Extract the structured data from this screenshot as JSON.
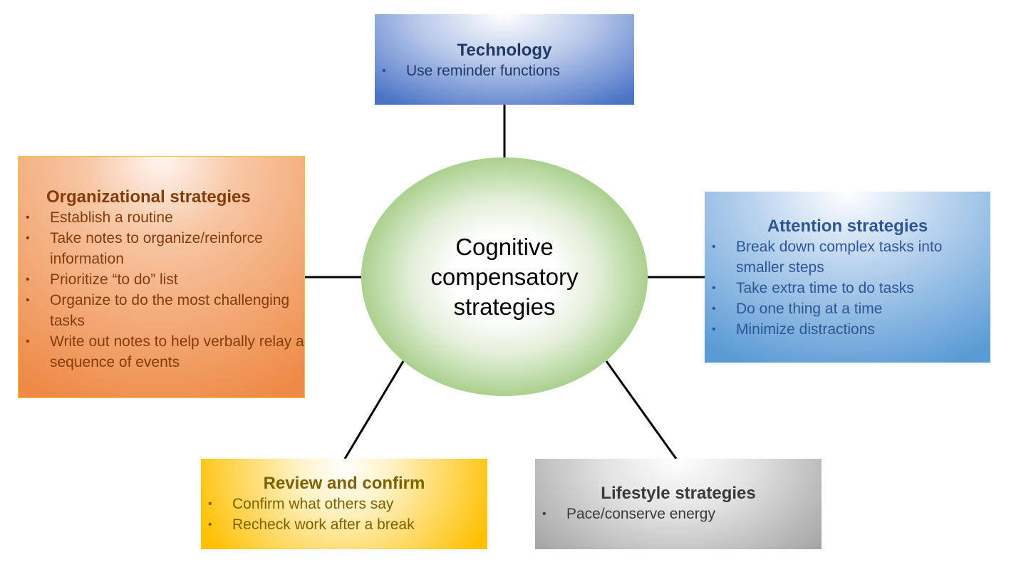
{
  "center": {
    "label": "Cognitive compensatory strategies",
    "color": "#a9d18e"
  },
  "nodes": {
    "technology": {
      "title": "Technology",
      "color": "#4a73c6",
      "items": [
        "Use reminder functions"
      ]
    },
    "organizational": {
      "title": "Organizational strategies",
      "color": "#ee8a45",
      "items": [
        "Establish a routine",
        "Take notes to organize/reinforce information",
        "Prioritize “to do” list",
        "Organize to do the most challenging tasks",
        "Write out notes to help verbally relay a sequence of events"
      ]
    },
    "attention": {
      "title": "Attention strategies",
      "color": "#5b9bd5",
      "items": [
        "Break down complex tasks into smaller steps",
        "Take extra time to do tasks",
        "Do one thing at a time",
        "Minimize distractions"
      ]
    },
    "review": {
      "title": "Review and confirm",
      "color": "#ffc000",
      "items": [
        "Confirm what others say",
        "Recheck work after a break"
      ]
    },
    "lifestyle": {
      "title": "Lifestyle strategies",
      "color": "#a5a5a5",
      "items": [
        "Pace/conserve energy"
      ]
    }
  },
  "bullet_glyph": "•"
}
